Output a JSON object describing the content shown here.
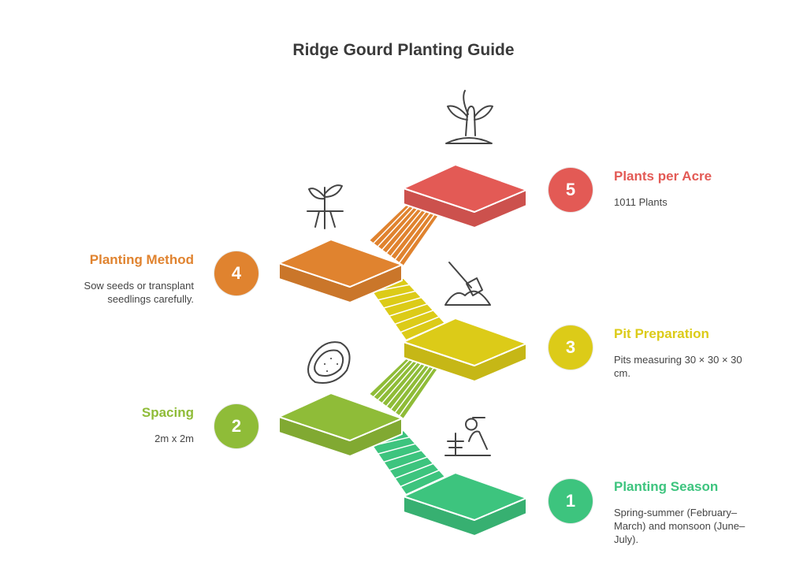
{
  "title": "Ridge Gourd Planting Guide",
  "steps": [
    {
      "number": "1",
      "title": "Planting Season",
      "description": "Spring-summer (February–March) and monsoon (June–July).",
      "color": "#3dc47e",
      "icon": "farmer-planting-icon"
    },
    {
      "number": "2",
      "title": "Spacing",
      "description": "2m x 2m",
      "color": "#8fbc38",
      "icon": "seed-pod-icon"
    },
    {
      "number": "3",
      "title": "Pit Preparation",
      "description": "Pits measuring 30 × 30 × 30 cm.",
      "color": "#dccb18",
      "icon": "shovel-soil-icon"
    },
    {
      "number": "4",
      "title": "Planting Method",
      "description": "Sow seeds or transplant seedlings carefully.",
      "color": "#e0832f",
      "icon": "seedling-roots-icon"
    },
    {
      "number": "5",
      "title": "Plants per Acre",
      "description": "1011 Plants",
      "color": "#e35a55",
      "icon": "grown-plant-icon"
    }
  ]
}
